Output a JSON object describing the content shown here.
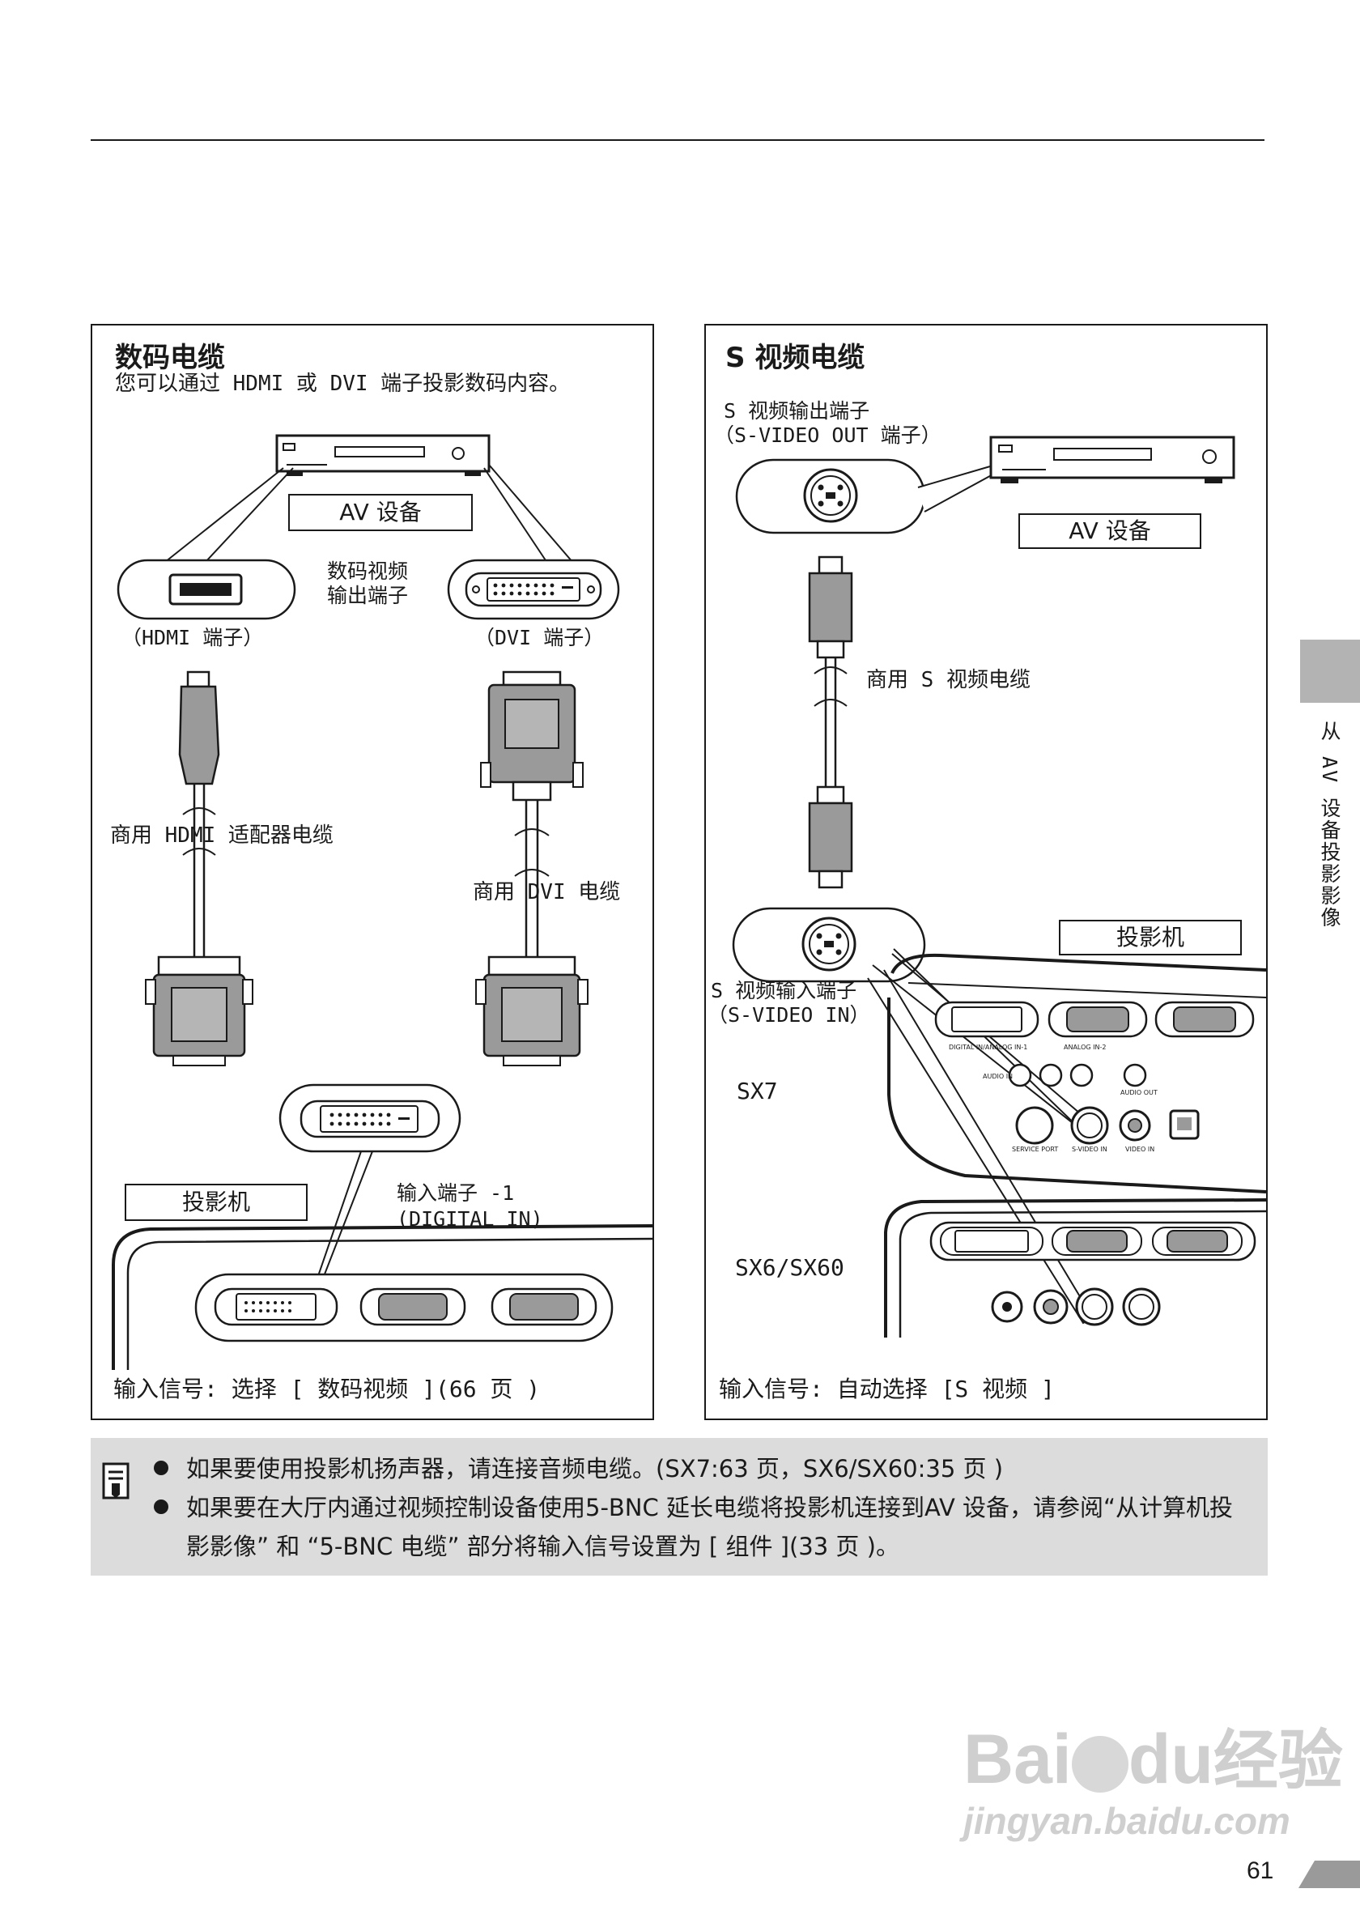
{
  "left_panel": {
    "title": "数码电缆",
    "subtitle": "您可以通过 HDMI 或 DVI 端子投影数码内容。",
    "av_device_label": "AV 设备",
    "digital_output_label_line1": "数码视频",
    "digital_output_label_line2": "输出端子",
    "hdmi_terminal_label": "（HDMI 端子）",
    "dvi_terminal_label": "（DVI 端子）",
    "hdmi_cable_label": "商用 HDMI 适配器电缆",
    "dvi_cable_label": "商用 DVI 电缆",
    "projector_label": "投影机",
    "input_terminal_line1": "输入端子 -1",
    "input_terminal_line2": "(DIGITAL IN)",
    "input_signal": "输入信号: 选择 [ 数码视频 ](66 页 )"
  },
  "right_panel": {
    "title": "S 视频电缆",
    "s_output_line1": "S 视频输出端子",
    "s_output_line2": "（S-VIDEO OUT 端子）",
    "av_device_label": "AV 设备",
    "cable_label": "商用 S 视频电缆",
    "projector_label": "投影机",
    "s_input_line1": "S 视频输入端子",
    "s_input_line2": "（S-VIDEO IN）",
    "model_sx7": "SX7",
    "model_sx6": "SX6/SX60",
    "input_signal": "输入信号: 自动选择 [S 视频 ]",
    "port_labels": {
      "digital_in": "DIGITAL IN/ANALOG IN-1",
      "analog_in2": "ANALOG IN-2",
      "audio_in": "AUDIO IN",
      "audio_out": "AUDIO OUT",
      "service_port": "SERVICE PORT",
      "s_video_in": "S-VIDEO IN",
      "video_in": "VIDEO IN"
    }
  },
  "side_tab": {
    "text": "从 AV 设备投影影像"
  },
  "notes": {
    "icon": "memo-icon",
    "items": [
      "如果要使用投影机扬声器，请连接音频电缆。(SX7:63 页，SX6/SX60:35 页 )",
      "如果要在大厅内通过视频控制设备使用5-BNC 延长电缆将投影机连接到AV 设备，请参阅“从计算机投影影像” 和 “5-BNC 电缆” 部分将输入信号设置为 [ 组件 ](33 页 )。"
    ]
  },
  "watermark": {
    "brand": "Bai",
    "brand2": "du",
    "product": "经验",
    "url": "jingyan.baidu.com"
  },
  "page_number": "61"
}
